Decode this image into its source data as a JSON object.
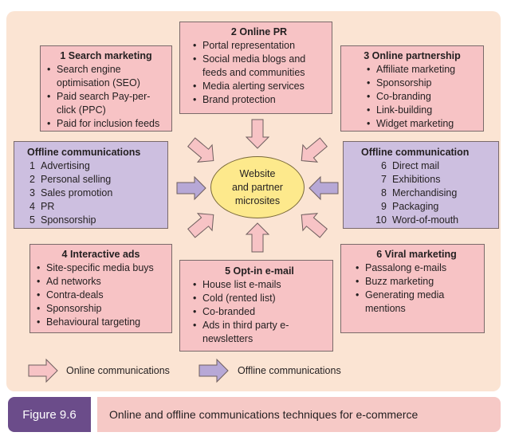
{
  "search_marketing": {
    "title": "1  Search marketing",
    "items": [
      "Search engine optimisation (SEO)",
      "Paid search Pay-per-click (PPC)",
      "Paid for inclusion feeds"
    ]
  },
  "online_pr": {
    "title": "2  Online PR",
    "items": [
      "Portal representation",
      "Social media blogs and feeds and communities",
      "Media alerting services",
      "Brand protection"
    ]
  },
  "online_partnership": {
    "title": "3  Online partnership",
    "items": [
      "Affiliate marketing",
      "Sponsorship",
      "Co-branding",
      "Link-building",
      "Widget marketing"
    ]
  },
  "offline_left": {
    "title": "Offline communications",
    "items": [
      {
        "num": "1",
        "text": "Advertising"
      },
      {
        "num": "2",
        "text": "Personal selling"
      },
      {
        "num": "3",
        "text": "Sales promotion"
      },
      {
        "num": "4",
        "text": "PR"
      },
      {
        "num": "5",
        "text": "Sponsorship"
      }
    ]
  },
  "offline_right": {
    "title": "Offline communication",
    "items": [
      {
        "num": "6",
        "text": "Direct mail"
      },
      {
        "num": "7",
        "text": "Exhibitions"
      },
      {
        "num": "8",
        "text": "Merchandising"
      },
      {
        "num": "9",
        "text": "Packaging"
      },
      {
        "num": "10",
        "text": "Word-of-mouth"
      }
    ]
  },
  "hub": {
    "line1": "Website",
    "line2": "and partner",
    "line3": "microsites"
  },
  "interactive_ads": {
    "title": "4  Interactive ads",
    "items": [
      "Site-specific media buys",
      "Ad networks",
      "Contra-deals",
      "Sponsorship",
      "Behavioural targeting"
    ]
  },
  "opt_in": {
    "title": "5  Opt-in e-mail",
    "items": [
      "House list e-mails",
      "Cold (rented list)",
      "Co-branded",
      "Ads in third party e-newsletters"
    ]
  },
  "viral": {
    "title": "6  Viral marketing",
    "items": [
      "Passalong e-mails",
      "Buzz marketing",
      "Generating media mentions"
    ]
  },
  "legend": {
    "online": "Online communications",
    "offline": "Offline communications"
  },
  "colors": {
    "online_arrow": "#f7c3c5",
    "offline_arrow": "#b7a8d6",
    "hub": "#fde98c",
    "panel": "#fbe4d3",
    "badge": "#6b4c8a"
  },
  "figure": {
    "label": "Figure 9.6",
    "caption": "Online and offline communications techniques for e-commerce"
  }
}
